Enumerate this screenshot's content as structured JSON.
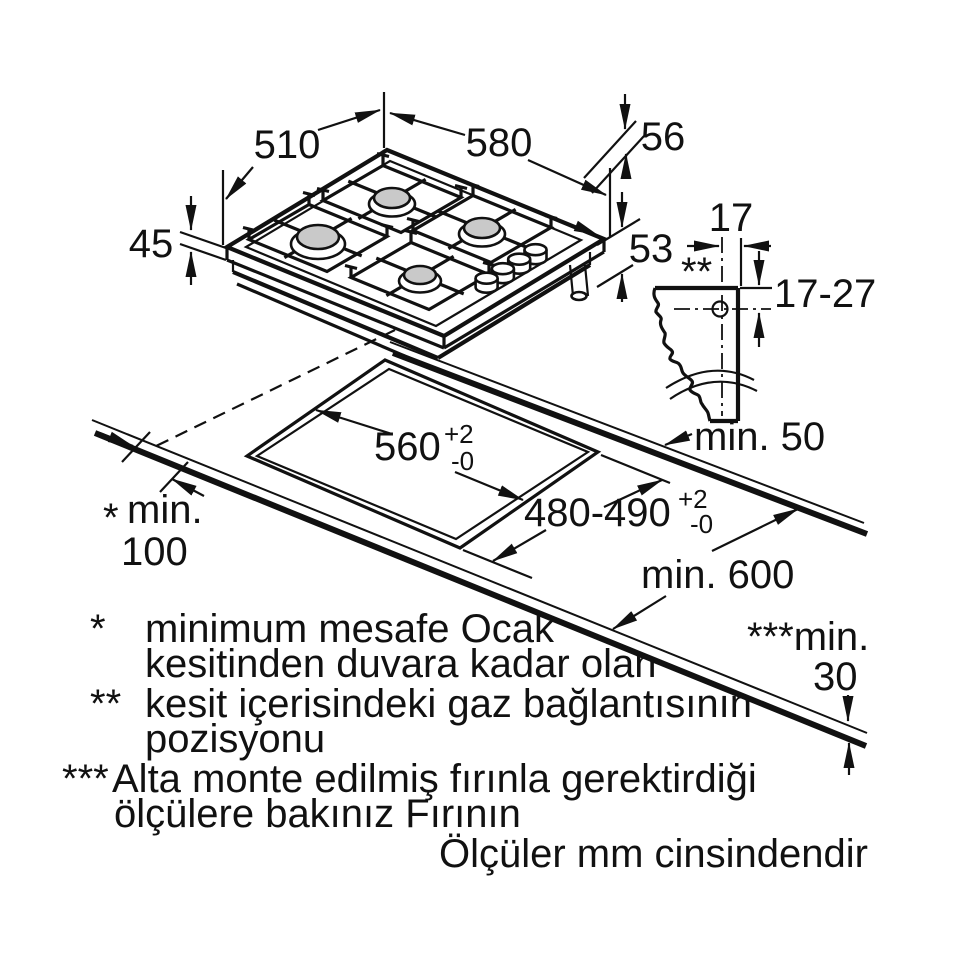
{
  "diagram": {
    "hob": {
      "width": "580",
      "depth": "510",
      "lip_height": "56",
      "front_height": "45",
      "body_height": "53"
    },
    "profile": {
      "gas_offset_x": "17",
      "gas_offset_y": "17-27",
      "gas_marker": "**"
    },
    "worktop": {
      "cutout_width": "560",
      "cutout_width_tol_up": "+2",
      "cutout_width_tol_dn": "-0",
      "cutout_depth": "480-490",
      "cutout_depth_tol_up": "+2",
      "cutout_depth_tol_dn": "-0",
      "min_back": "min. 50",
      "min_depth": "min. 600",
      "min_side_marker": "*",
      "min_side_word": "min.",
      "min_side_value": "100",
      "min_oven_label": "***min.",
      "min_oven_value": "30"
    },
    "notes": {
      "n1_marker": "*",
      "n1_line1": "minimum mesafe Ocak",
      "n1_line2": "kesitinden duvara kadar olan",
      "n2_marker": "**",
      "n2_line1": "kesit içerisindeki gaz bağlantısının",
      "n2_line2": "pozisyonu",
      "n3_marker": "***",
      "n3_line1": "Alta monte edilmiş fırınla gerektirdiği",
      "n3_line2": "ölçülere bakınız Fırının",
      "units": "Ölçüler mm cinsindendir"
    },
    "colors": {
      "line": "#1a1a1a",
      "burner_cap": "#c9c9c9",
      "background": "#ffffff"
    }
  }
}
